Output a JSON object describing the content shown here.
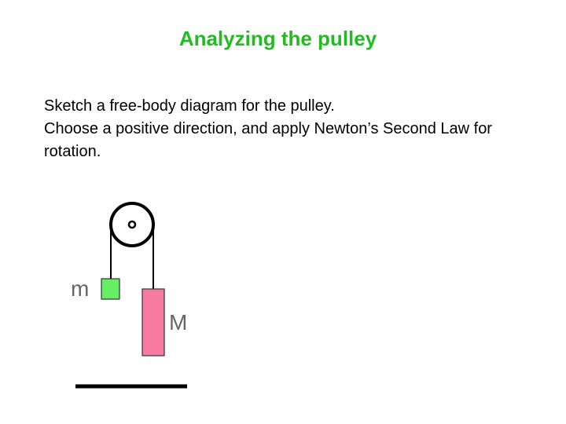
{
  "slide": {
    "title": "Analyzing the pulley",
    "title_color": "#22bb22",
    "lines": [
      "Sketch a free-body diagram for the pulley.",
      "Choose a positive direction, and apply Newton’s Second Law for rotation."
    ]
  },
  "diagram": {
    "small_mass_label": "m",
    "large_mass_label": "M",
    "small_mass_color": "#66ee66",
    "large_mass_color": "#f77aa0",
    "label_color": "#666666"
  }
}
